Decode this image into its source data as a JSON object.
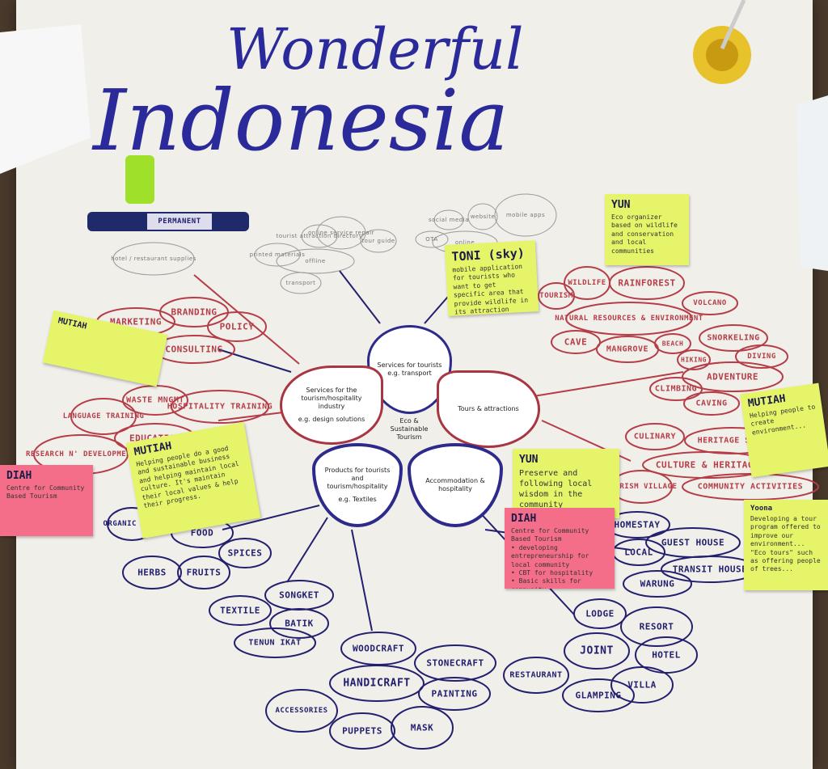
{
  "title": {
    "line1": "Wonderful",
    "line2": "Indonesia"
  },
  "marker_label": "PERMANENT",
  "center": {
    "core": "Eco & Sustainable Tourism",
    "services_tourists": {
      "title": "Services for tourists",
      "example": "e.g. transport"
    },
    "services_industry": {
      "title": "Services for the tourism/hospitality industry",
      "example": "e.g. design solutions"
    },
    "tours": {
      "title": "Tours & attractions"
    },
    "products": {
      "title": "Products for tourists and tourism/hospitality",
      "example": "e.g. Textiles"
    },
    "accommodation": {
      "title": "Accommodation & hospitality"
    }
  },
  "grey_bubbles": {
    "left": [
      "offline",
      "online service repair",
      "tour guide",
      "transport",
      "printed materials",
      "tourist attraction directory",
      "hotel / restaurant supplies"
    ],
    "right": [
      "online",
      "social media",
      "website",
      "mobile apps",
      "OTA"
    ]
  },
  "services_industry_bubbles": [
    "MARKETING",
    "BRANDING",
    "POLICY",
    "CONSULTING",
    "WASTE MNGMT",
    "HOSPITALITY TRAINING",
    "LANGUAGE TRAINING",
    "EDUCATION",
    "RESEARCH N' DEVELOPMENT"
  ],
  "tours_bubbles": [
    "TOURISM",
    "WILDLIFE",
    "RAINFOREST",
    "VOLCANO",
    "NATURAL RESOURCES & ENVIRONMENT",
    "CAVE",
    "MANGROVE",
    "BEACH",
    "SNORKELING",
    "HIKING",
    "DIVING",
    "ADVENTURE",
    "CLIMBING",
    "CAVING",
    "CULINARY",
    "HERITAGE SITE",
    "CULTURE & HERITAGE",
    "TOURISM VILLAGE",
    "COMMUNITY ACTIVITIES"
  ],
  "products_bubbles": [
    "ORGANIC FOOD",
    "FOOD",
    "SPICES",
    "HERBS",
    "FRUITS",
    "SONGKET",
    "TEXTILE",
    "BATIK",
    "TENUN IKAT",
    "WOODCRAFT",
    "STONECRAFT",
    "HANDICRAFT",
    "PAINTING",
    "ACCESSORIES",
    "PUPPETS",
    "MASK"
  ],
  "accommodation_bubbles": [
    "HOMESTAY",
    "GUEST HOUSE",
    "LOCAL",
    "TRANSIT HOUSE",
    "WARUNG",
    "LODGE",
    "RESORT",
    "JOINT",
    "HOTEL",
    "RESTAURANT",
    "VILLA",
    "GLAMPING"
  ],
  "notes": [
    {
      "heading": "YUN",
      "body": "Eco organizer based on wildlife and conservation and local communities"
    },
    {
      "heading": "TONI (sky)",
      "body": "mobile application for tourists who want to get specific area that provide wildlife in its attraction"
    },
    {
      "heading": "MUTIAH",
      "body": ""
    },
    {
      "heading": "DIAH",
      "body": "Centre for Community Based Tourism"
    },
    {
      "heading": "MUTIAH",
      "body": "Helping people do a good and sustainable business and helping maintain local culture. It's maintain their local values & help their progress."
    },
    {
      "heading": "YUN",
      "body": "Preserve and following local wisdom in the community"
    },
    {
      "heading": "DIAH",
      "body": "Centre for Community Based Tourism\n• developing entrepreneurship for local community\n• CBT for hospitality\n• Basic skills for community\n• Creating experience for local"
    },
    {
      "heading": "MUTIAH",
      "body": "Helping people to create environment..."
    },
    {
      "heading": "Yoona",
      "body": "Developing a tour program offered to improve our environment...\n\"Eco tours\" such as offering people of trees..."
    }
  ],
  "colors": {
    "paper": "#f1efea",
    "red_ink": "#b53d47",
    "blue_ink": "#22206e",
    "yellow_note": "#e6f46a",
    "pink_note": "#f46e8a"
  }
}
